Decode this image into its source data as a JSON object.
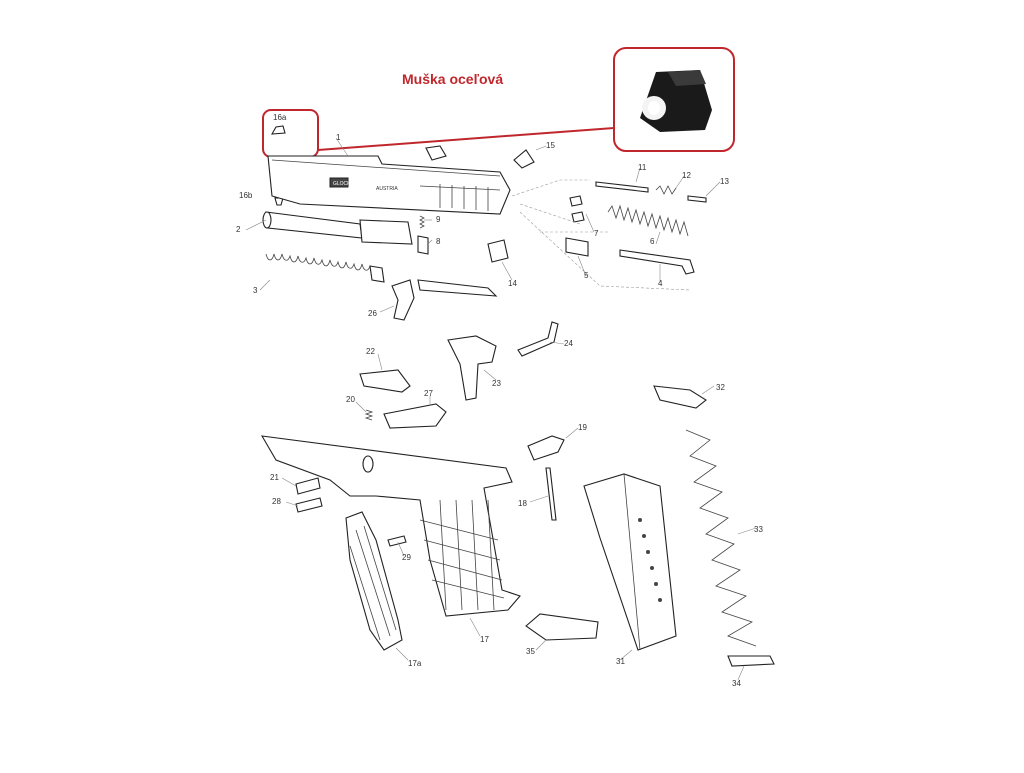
{
  "callout": {
    "title": "Muška oceľová",
    "accent_color": "#c0272d",
    "photo_icon": "front-sight-photo-icon"
  },
  "labels": {
    "p1": "1",
    "p2": "2",
    "p3": "3",
    "p4": "4",
    "p5": "5",
    "p6": "6",
    "p7": "7",
    "p8": "8",
    "p9": "9",
    "p11": "11",
    "p12": "12",
    "p13": "13",
    "p14": "14",
    "p15": "15",
    "p16a": "16a",
    "p16b": "16b",
    "p17": "17",
    "p17a": "17a",
    "p18": "18",
    "p19": "19",
    "p20": "20",
    "p21": "21",
    "p22": "22",
    "p23": "23",
    "p24": "24",
    "p26": "26",
    "p27": "27",
    "p28": "28",
    "p29": "29",
    "p31": "31",
    "p32": "32",
    "p33": "33",
    "p34": "34",
    "p35": "35"
  },
  "slide_markings": {
    "logo": "GLOCK",
    "origin": "AUSTRIA"
  }
}
